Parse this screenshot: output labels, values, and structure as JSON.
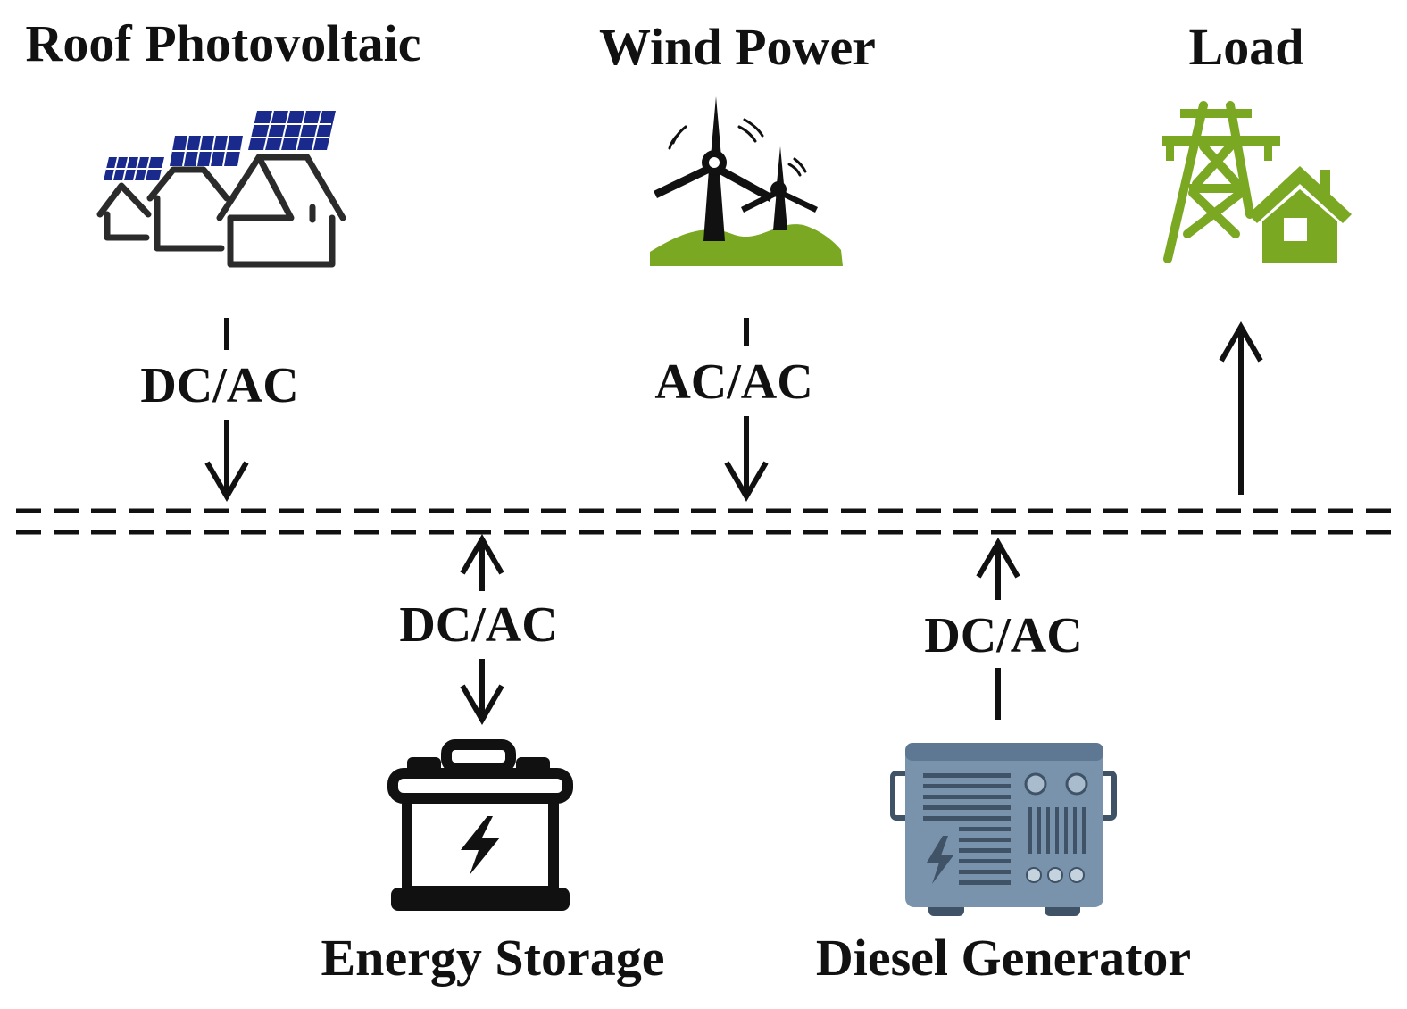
{
  "nodes": {
    "roof_pv": {
      "label": "Roof Photovoltaic",
      "icon": "solar-houses-icon"
    },
    "wind": {
      "label": "Wind Power",
      "icon": "wind-turbine-icon"
    },
    "load": {
      "label": "Load",
      "icon": "pylon-house-icon"
    },
    "storage": {
      "label": "Energy Storage",
      "icon": "battery-icon"
    },
    "diesel": {
      "label": "Diesel Generator",
      "icon": "generator-icon"
    }
  },
  "converters": {
    "pv": "DC/AC",
    "wind": "AC/AC",
    "storage": "DC/AC",
    "diesel": "DC/AC"
  },
  "colors": {
    "text": "#111111",
    "panel_blue": "#1a2a8c",
    "load_green": "#7aa823",
    "hill_green": "#7aa823",
    "generator_body": "#7a93ad",
    "generator_dark": "#3f5266"
  }
}
